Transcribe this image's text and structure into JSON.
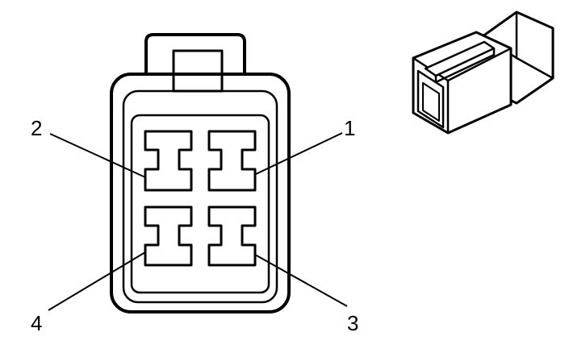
{
  "pins": [
    {
      "number": "1"
    },
    {
      "number": "2"
    },
    {
      "number": "3"
    },
    {
      "number": "4"
    }
  ],
  "colors": {
    "stroke": "#000000",
    "background": "#ffffff"
  },
  "icons": {
    "connector_face": "connector-face-view",
    "connector_body": "connector-3d-view"
  }
}
